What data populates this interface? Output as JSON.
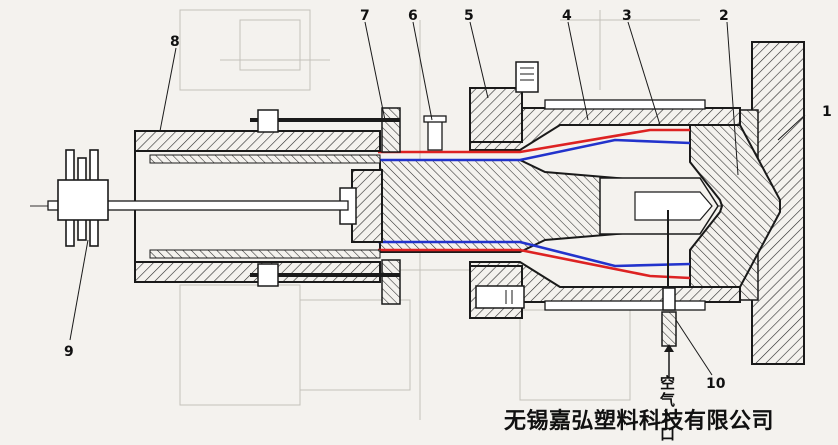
{
  "diagram": {
    "part_labels": [
      "1",
      "2",
      "3",
      "4",
      "5",
      "6",
      "7",
      "8",
      "9",
      "10"
    ],
    "air_inlet_text": "空气入口",
    "company_name": "无锡嘉弘塑料科技有限公司",
    "colors": {
      "outline": "#1a1a1a",
      "hatch": "#2a2a2a",
      "flow_inner": "#2233cc",
      "flow_outer": "#dd2222",
      "background": "#f4f2ee",
      "ghost": "#bdbab4"
    }
  }
}
